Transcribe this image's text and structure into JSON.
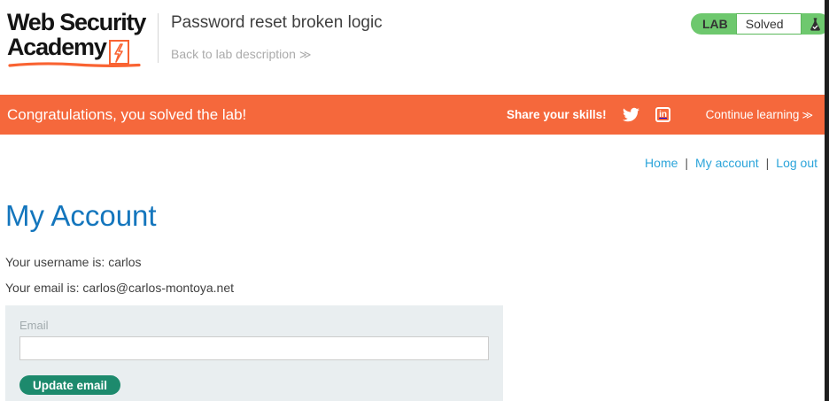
{
  "logo": {
    "line1": "Web Security",
    "line2": "Academy"
  },
  "header": {
    "title": "Password reset broken logic",
    "back_link": "Back to lab description",
    "back_chevron": "≫"
  },
  "lab_status": {
    "label": "LAB",
    "status": "Solved"
  },
  "banner": {
    "message": "Congratulations, you solved the lab!",
    "share_label": "Share your skills!",
    "continue_label": "Continue learning",
    "continue_chevron": "≫"
  },
  "nav": {
    "links": [
      "Home",
      "My account",
      "Log out"
    ],
    "separator": "|"
  },
  "account": {
    "heading": "My Account",
    "username_line": "Your username is: carlos",
    "email_line": "Your email is: carlos@carlos-montoya.net"
  },
  "form": {
    "email_label": "Email",
    "email_value": "",
    "submit_label": "Update email"
  },
  "icons": {
    "linkedin_text": "in",
    "twitter": "twitter-bird",
    "flask": "flask-with-checkmark",
    "lightning": "lightning-bolt"
  },
  "colors": {
    "orange": "#f5683c",
    "logo_orange": "#f96332",
    "badge_green": "#6ec86e",
    "button_teal": "#1d8a6d",
    "link_blue": "#2ba4da",
    "heading_blue": "#1476bd"
  }
}
